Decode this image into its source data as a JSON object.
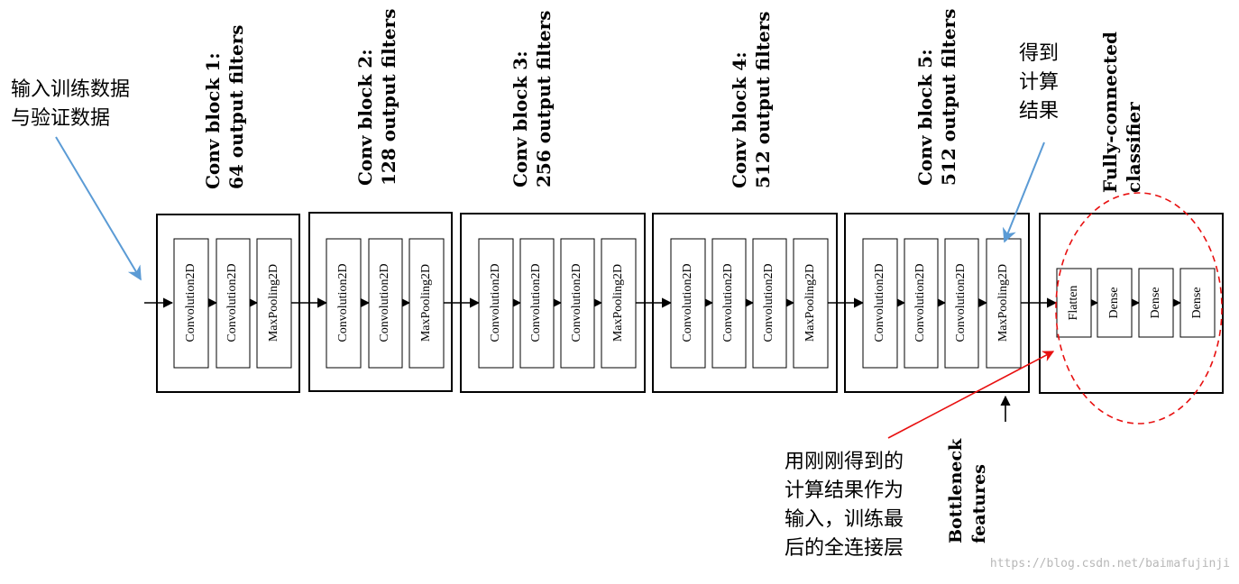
{
  "input_note": [
    "输入训练数据",
    "与验证数据"
  ],
  "blocks": [
    {
      "title_line1": "Conv block 1:",
      "title_line2": "64 output filters",
      "layers": [
        "Convolution2D",
        "Convolution2D",
        "MaxPooling2D"
      ]
    },
    {
      "title_line1": "Conv block 2:",
      "title_line2": "128 output filters",
      "layers": [
        "Convolution2D",
        "Convolution2D",
        "MaxPooling2D"
      ]
    },
    {
      "title_line1": "Conv block 3:",
      "title_line2": "256 output filters",
      "layers": [
        "Convolution2D",
        "Convolution2D",
        "Convolution2D",
        "MaxPooling2D"
      ]
    },
    {
      "title_line1": "Conv block 4:",
      "title_line2": "512 output filters",
      "layers": [
        "Convolution2D",
        "Convolution2D",
        "Convolution2D",
        "MaxPooling2D"
      ]
    },
    {
      "title_line1": "Conv block 5:",
      "title_line2": "512 output filters",
      "layers": [
        "Convolution2D",
        "Convolution2D",
        "Convolution2D",
        "MaxPooling2D"
      ]
    }
  ],
  "classifier": {
    "title_line1": "Fully-connected",
    "title_line2": "classifier",
    "layers": [
      "Flatten",
      "Dense",
      "Dense",
      "Dense"
    ]
  },
  "result_note": [
    "得到",
    "计算",
    "结果"
  ],
  "retrain_note": [
    "用刚刚得到的",
    "计算结果作为",
    "输入，训练最",
    "后的全连接层"
  ],
  "bottleneck_label": [
    "Bottleneck",
    "features"
  ],
  "watermark": "https://blog.csdn.net/baimafujinji",
  "colors": {
    "blue_arrow": "#5b9bd5",
    "red_annotation": "#e81010",
    "box": "#000000"
  }
}
